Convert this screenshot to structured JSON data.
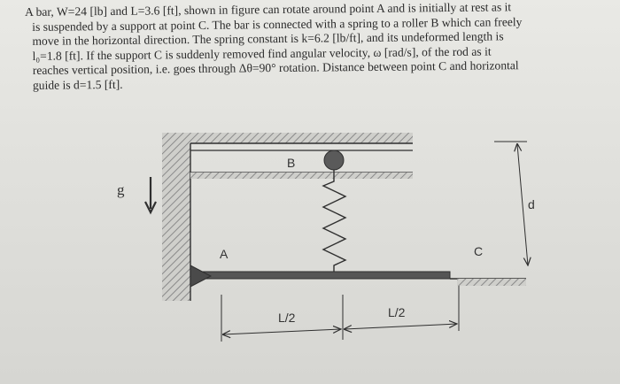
{
  "problem": {
    "lines": [
      "A bar, W=24 [lb] and L=3.6 [ft], shown in figure can rotate around point A and is initially at rest as it",
      "is suspended by a support at point C. The bar is connected with a spring to a roller B which can freely",
      "move in the horizontal direction. The spring constant is k=6.2 [lb/ft], and its undeformed length is",
      "l₀=1.8 [ft]. If the support C is suddenly removed find angular velocity, ω [rad/s], of the rod as it",
      "reaches vertical position, i.e. goes through Δθ=90° rotation. Distance between point C and horizontal",
      "guide is d=1.5 [ft]."
    ]
  },
  "figure": {
    "label_B": "B",
    "label_A": "A",
    "label_C": "C",
    "label_d": "d",
    "label_g": "g",
    "label_half_left": "L/2",
    "label_half_right": "L/2",
    "colors": {
      "ink": "#2f2f2f",
      "hatch": "#8a8a8a",
      "bar": "#555555",
      "roller": "#5a5a5a"
    }
  }
}
